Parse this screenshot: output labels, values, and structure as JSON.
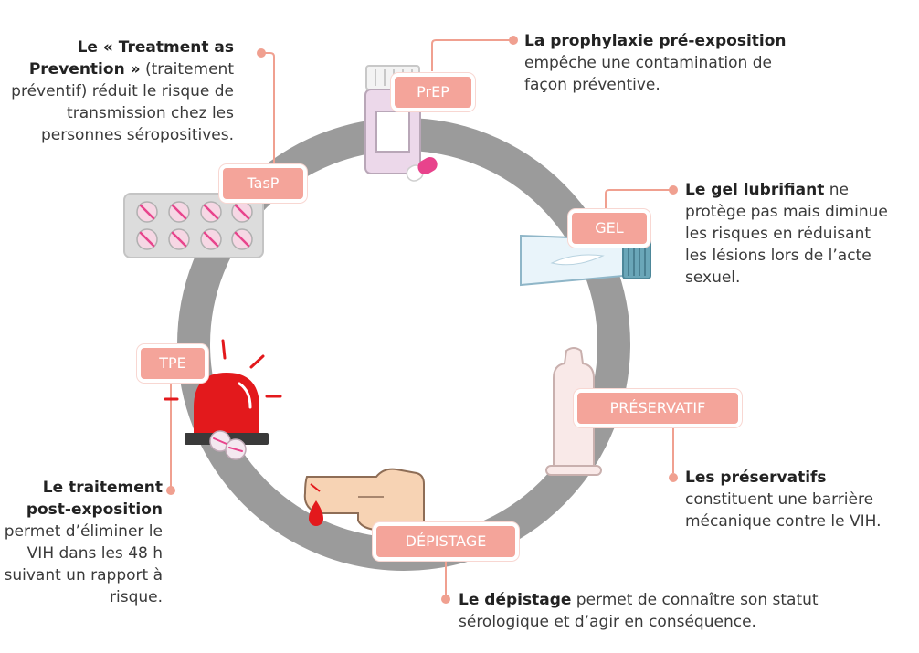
{
  "colors": {
    "ring": "#9b9b9b",
    "accent": "#f4a49a",
    "leader": "#f0a090",
    "siren": "#e3191c",
    "pink": "#e8438c"
  },
  "badges": {
    "prep": "PrEP",
    "tasp": "TasP",
    "gel": "GEL",
    "tpe": "TPE",
    "preservatif": "PRÉSERVATIF",
    "depistage": "DÉPISTAGE"
  },
  "texts": {
    "tasp": {
      "bold": "Le « Treatment as Prevention »",
      "rest": " (traitement préventif) réduit le risque de transmission chez les personnes séropositives."
    },
    "prep": {
      "bold": "La prophylaxie pré-exposition",
      "rest": " empêche une contamination de façon préventive."
    },
    "gel": {
      "bold": "Le gel lubrifiant",
      "rest": " ne protège pas mais diminue les risques en réduisant les lésions lors de l’acte sexuel."
    },
    "tpe": {
      "bold": "Le traitement post-exposition",
      "rest": " permet d’éliminer le VIH dans les 48 h suivant un rapport à risque."
    },
    "preservatif": {
      "bold": "Les préservatifs",
      "rest": " constituent une barrière mécanique contre le VIH."
    },
    "depistage": {
      "bold": "Le dépistage",
      "rest": " permet de connaître son statut sérologique et d’agir en conséquence."
    }
  },
  "icons": [
    "pill-bottle-icon",
    "capsule-icon",
    "pill-blister-icon",
    "lubricant-tube-icon",
    "condom-icon",
    "finger-blood-drop-icon",
    "siren-icon"
  ]
}
